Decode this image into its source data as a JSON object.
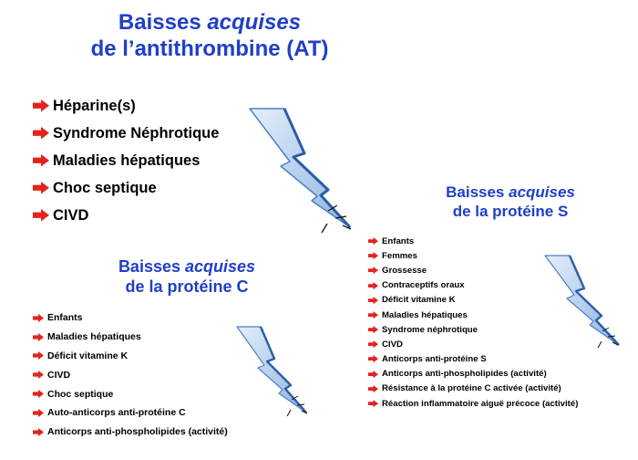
{
  "colors": {
    "title": "#1f3fc8",
    "bullet": "#e2241f",
    "text": "#000000",
    "bolt_light": "#c6dcf5",
    "bolt_dark": "#4f7fc0"
  },
  "section_at": {
    "title_line1_a": "Baisses ",
    "title_line1_b": "acquises",
    "title_line2": "de l’antithrombine (AT)",
    "items": [
      "Héparine(s)",
      "Syndrome Néphrotique",
      "Maladies hépatiques",
      "Choc septique",
      "CIVD"
    ]
  },
  "section_pc": {
    "title_line1_a": "Baisses ",
    "title_line1_b": "acquises",
    "title_line2": "de la protéine C",
    "items": [
      "Enfants",
      "Maladies hépatiques",
      "Déficit vitamine K",
      "CIVD",
      "Choc septique",
      "Auto-anticorps anti-protéine C",
      "Anticorps anti-phospholipides (activité)"
    ]
  },
  "section_ps": {
    "title_line1_a": "Baisses ",
    "title_line1_b": "acquises",
    "title_line2": "de la protéine S",
    "items": [
      "Enfants",
      "Femmes",
      "Grossesse",
      "Contraceptifs oraux",
      "Déficit vitamine K",
      "Maladies hépatiques",
      "Syndrome néphrotique",
      "CIVD",
      "Anticorps anti-protéine S",
      "Anticorps anti-phospholipides (activité)",
      "Résistance à la protéine C activée (activité)",
      "Réaction inflammatoire aiguë précoce (activité)"
    ]
  },
  "icons": {
    "bullet": "arrow-bullet-icon",
    "decoration": "lightning-bolt-icon"
  }
}
